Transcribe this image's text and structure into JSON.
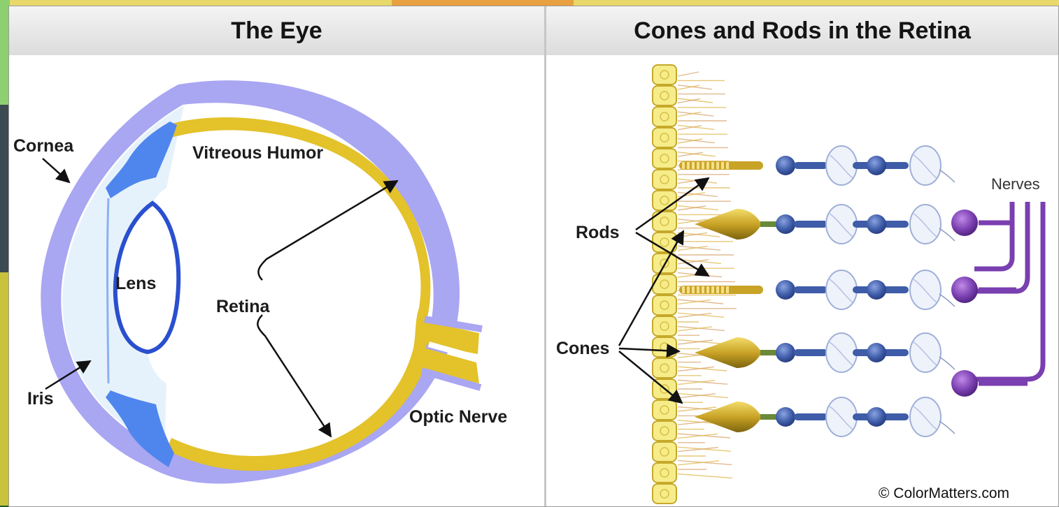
{
  "left_panel": {
    "title": "The Eye",
    "labels": {
      "cornea": "Cornea",
      "vitreous_humor": "Vitreous Humor",
      "lens": "Lens",
      "retina": "Retina",
      "iris": "Iris",
      "optic_nerve": "Optic Nerve"
    }
  },
  "right_panel": {
    "title": "Cones and Rods in the Retina",
    "labels": {
      "rods": "Rods",
      "cones": "Cones",
      "nerves": "Nerves"
    },
    "copyright": "© ColorMatters.com"
  },
  "colors": {
    "sclera": "#a9a6f2",
    "retina_yellow": "#e3c22a",
    "iris_blue": "#4f86ee",
    "lens_blue": "#2a4fcf",
    "cell_blue": "#3e5ca8",
    "ganglion_purple": "#7a3fb0",
    "cone_gold": "#b8961c"
  }
}
